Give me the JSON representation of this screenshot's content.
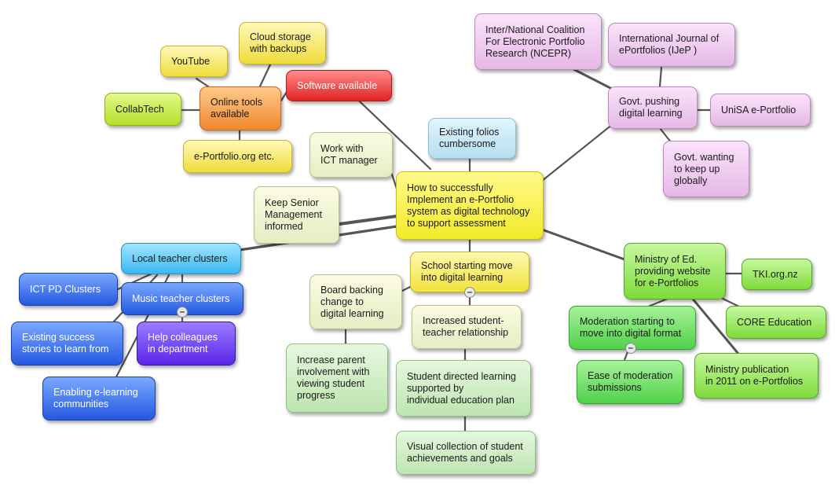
{
  "nodes": {
    "center": "How to successfully\nImplement an e-Portfolio\nsystem as digital technology\nto support assessment",
    "existing_folios": "Existing folios\ncumbersome",
    "software_available": "Software available",
    "online_tools": "Online tools\navailable",
    "cloud_storage": "Cloud storage\nwith backups",
    "youtube": "YouTube",
    "collabtech": "CollabTech",
    "eportfolio_org": "e-Portfolio.org etc.",
    "work_ict": "Work with\nICT manager",
    "keep_senior": "Keep Senior\nManagement\ninformed",
    "local_clusters": "Local teacher clusters",
    "ict_pd": "ICT PD Clusters",
    "music_clusters": "Music teacher clusters",
    "existing_success": "Existing success\nstories to learn from",
    "help_colleagues": "Help colleagues\nin department",
    "enabling_elearning": "Enabling e-learning\ncommunities",
    "school_starting": "School starting move\ninto digital learning",
    "board_backing": "Board backing\nchange to\ndigital learning",
    "increase_parent": "Increase parent\ninvolvement with\nviewing student\nprogress",
    "increased_relationship": "Increased student-\nteacher relationship",
    "student_directed": "Student directed learning\nsupported by\nindividual education plan",
    "visual_collection": "Visual collection of student\nachievements and goals",
    "govt_pushing": "Govt. pushing\ndigital learning",
    "coalition": "Inter/National Coalition\nFor Electronic Portfolio\nResearch (NCEPR)",
    "ijep": "International Journal of\nePortfolios (IJeP )",
    "unisa": "UniSA e-Portfolio",
    "govt_wanting": "Govt. wanting\nto keep up\nglobally",
    "ministry": "Ministry of Ed.\nproviding website\nfor e-Portfolios",
    "tki": "TKI.org.nz",
    "core": "CORE Education",
    "moderation_starting": "Moderation starting to\nmove into digital format",
    "ease_moderation": "Ease of moderation\nsubmissions",
    "ministry_pub": "Ministry publication\nin 2011 on e-Portfolios"
  },
  "collapse_symbol": "–"
}
